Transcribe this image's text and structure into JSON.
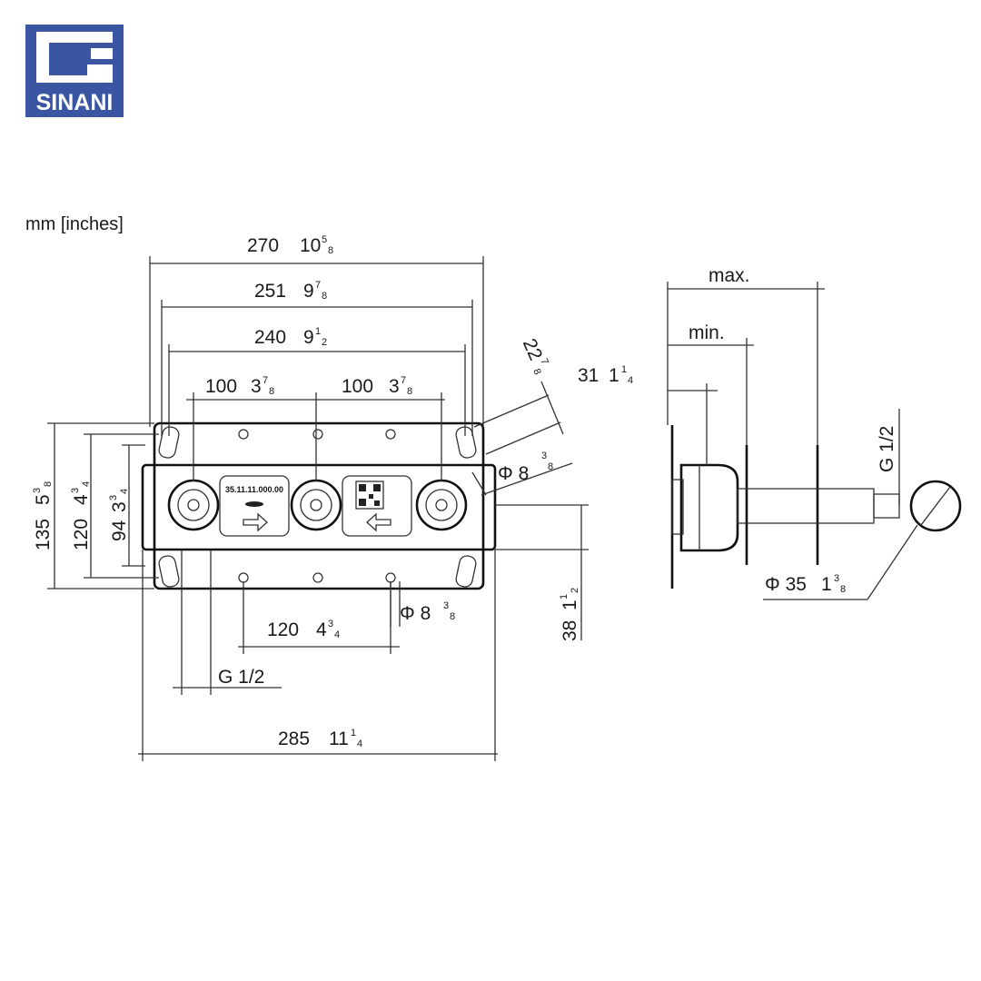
{
  "brand": {
    "name": "SINANI",
    "color": "#3a56a3"
  },
  "units_label": "mm [inches]",
  "labels": {
    "overall_270": {
      "mm": "270",
      "whole": "10",
      "num": "5",
      "den": "8"
    },
    "hole_251": {
      "mm": "251",
      "whole": "9",
      "num": "7",
      "den": "8"
    },
    "hole_240": {
      "mm": "240",
      "whole": "9",
      "num": "1",
      "den": "2"
    },
    "spacing_left": {
      "mm": "100",
      "whole": "3",
      "num": "7",
      "den": "8"
    },
    "spacing_right": {
      "mm": "100",
      "whole": "3",
      "num": "7",
      "den": "8"
    },
    "slot_22": {
      "mm": "22",
      "whole": "",
      "num": "7",
      "den": "8"
    },
    "hole_dia_8_top": {
      "mm": "Φ 8",
      "whole": "",
      "num": "3",
      "den": "8"
    },
    "height_135": {
      "mm": "135",
      "whole": "5",
      "num": "3",
      "den": "8"
    },
    "height_120": {
      "mm": "120",
      "whole": "4",
      "num": "3",
      "den": "4"
    },
    "height_94": {
      "mm": "94",
      "whole": "3",
      "num": "3",
      "den": "4"
    },
    "offset_38": {
      "mm": "38",
      "whole": "1",
      "num": "1",
      "den": "2"
    },
    "bottom_120": {
      "mm": "120",
      "whole": "4",
      "num": "3",
      "den": "4"
    },
    "hole_dia_8_bottom": {
      "mm": "Φ 8",
      "whole": "",
      "num": "3",
      "den": "8"
    },
    "thread_bottom": "G 1/2",
    "overall_285": {
      "mm": "285",
      "whole": "11",
      "num": "1",
      "den": "4"
    },
    "side_max": "max.",
    "side_min": "min.",
    "depth_31": {
      "mm": "31",
      "whole": "1",
      "num": "1",
      "den": "4"
    },
    "thread_side": "G 1/2",
    "dia_35": {
      "mm": "Φ 35",
      "whole": "1",
      "num": "3",
      "den": "8"
    }
  },
  "body_marks": {
    "code": "35.11.11.000.00"
  }
}
